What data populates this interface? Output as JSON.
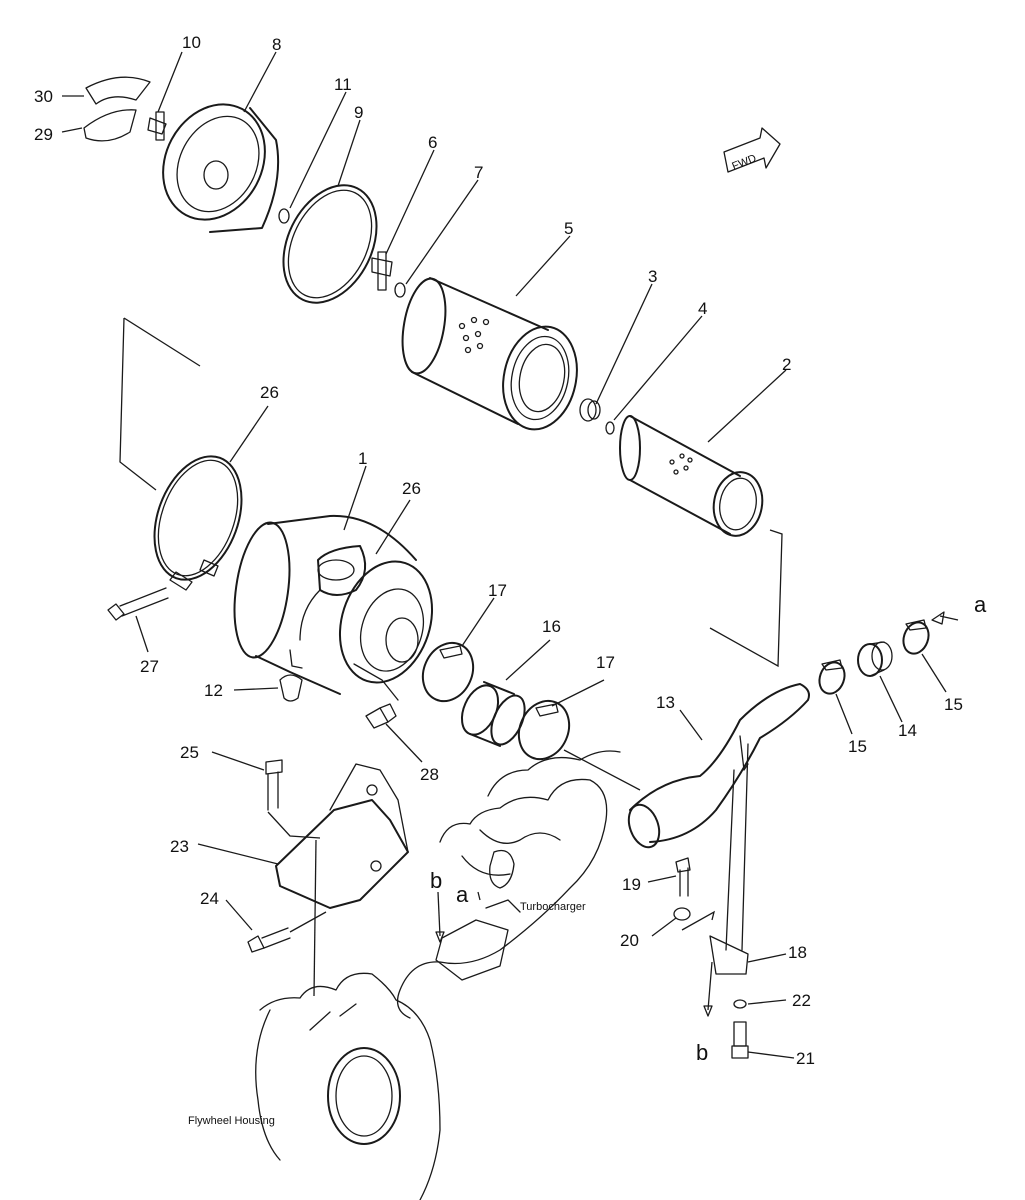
{
  "fwd_badge": "FWD",
  "text_labels": {
    "turbocharger": "Turbocharger",
    "flywheel_housing": "Flywheel Housing"
  },
  "connection_labels": {
    "a_right": "a",
    "a_turbo": "a",
    "b_left": "b",
    "b_right": "b"
  },
  "part_numbers": {
    "p1": "1",
    "p2": "2",
    "p3": "3",
    "p4": "4",
    "p5": "5",
    "p6": "6",
    "p7": "7",
    "p8": "8",
    "p9": "9",
    "p10": "10",
    "p11": "11",
    "p12": "12",
    "p13": "13",
    "p14": "14",
    "p15a": "15",
    "p15b": "15",
    "p16": "16",
    "p17a": "17",
    "p17b": "17",
    "p18": "18",
    "p19": "19",
    "p20": "20",
    "p21": "21",
    "p22": "22",
    "p23": "23",
    "p24": "24",
    "p25": "25",
    "p26a": "26",
    "p26b": "26",
    "p27": "27",
    "p28": "28",
    "p29": "29",
    "p30": "30"
  }
}
